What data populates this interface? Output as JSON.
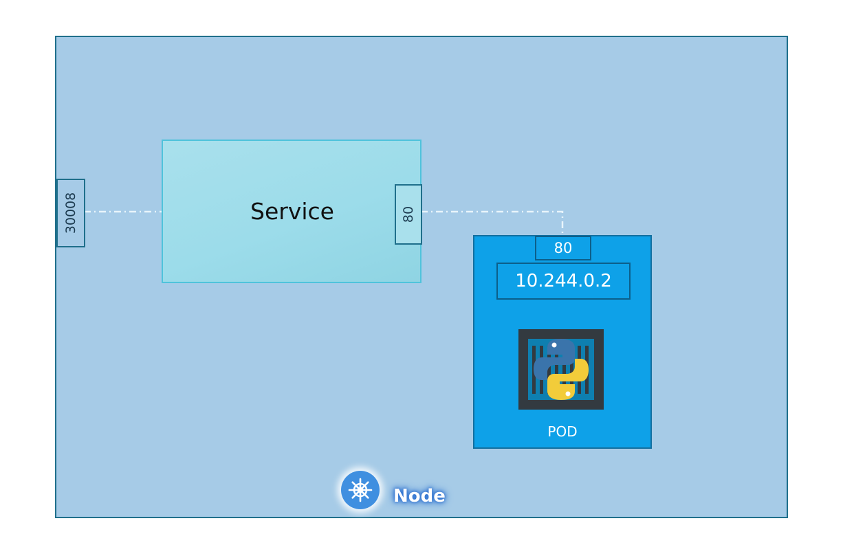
{
  "node": {
    "label": "Node",
    "node_port": "30008",
    "icon": "kubernetes-helm-icon"
  },
  "service": {
    "label": "Service",
    "port": "80"
  },
  "pod": {
    "label": "POD",
    "target_port": "80",
    "ip": "10.244.0.2",
    "container_icon": "python-container-icon"
  },
  "colors": {
    "node_fill": "#a6cbe7",
    "node_border": "#1f6f8b",
    "service_fill": "#9cdcea",
    "pod_fill": "#0ea1e8"
  }
}
